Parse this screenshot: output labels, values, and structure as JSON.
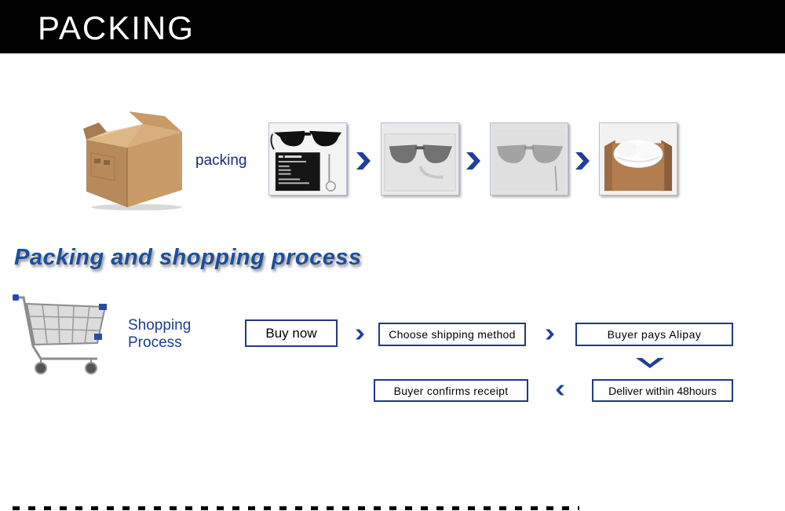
{
  "header": {
    "title": "PACKING"
  },
  "packing": {
    "label": "packing",
    "steps": [
      {
        "name": "sunglasses-with-accessories"
      },
      {
        "name": "sunglasses-in-bag"
      },
      {
        "name": "sunglasses-wrapped"
      },
      {
        "name": "box-with-foam"
      }
    ]
  },
  "process": {
    "title": "Packing and shopping process",
    "shopping_label_line1": "Shopping",
    "shopping_label_line2": "Process",
    "steps": {
      "buy_now": "Buy now",
      "choose_shipping": "Choose shipping method",
      "buyer_pays": "Buyer pays Alipay",
      "deliver": "Deliver within 48hours",
      "buyer_confirms": "Buyer confirms receipt"
    }
  },
  "icons": {
    "box": "cardboard-box-icon",
    "cart": "shopping-cart-icon",
    "arrow": "chevron-right-icon"
  },
  "colors": {
    "header_bg": "#000000",
    "header_text": "#ffffff",
    "accent_blue": "#1b4f9c",
    "box_border": "#23378a",
    "arrow_blue": "#1f3f9a"
  }
}
